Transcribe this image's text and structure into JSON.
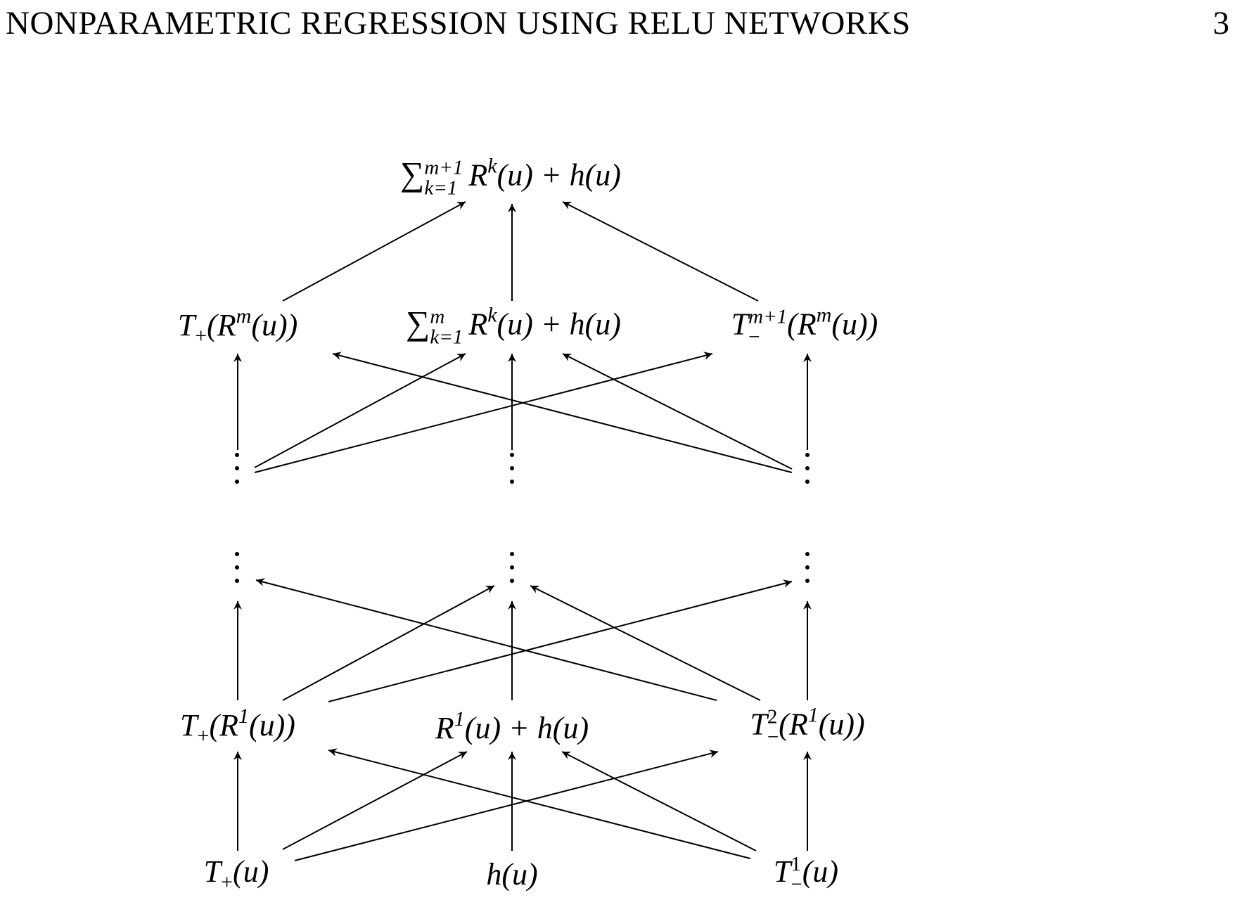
{
  "header": {
    "running_title": "NONPARAMETRIC REGRESSION USING RELU NETWORKS",
    "page_number": "3"
  },
  "diagram": {
    "nodes": {
      "top": {
        "sum_upper": "m+1",
        "sum_lower": "k=1",
        "body": "R",
        "body_sup": "k",
        "rest": "(u) + h(u)"
      },
      "row_m": {
        "left": {
          "T": "T",
          "T_sub": "+",
          "inner": "(R",
          "inner_sup": "m",
          "rest": "(u))"
        },
        "center": {
          "sum_upper": "m",
          "sum_lower": "k=1",
          "body": "R",
          "body_sup": "k",
          "rest": "(u) + h(u)"
        },
        "right": {
          "T": "T",
          "T_sup": "m+1",
          "T_sub": "−",
          "inner": "(R",
          "inner_sup": "m",
          "rest": "(u))"
        }
      },
      "row_1": {
        "left": {
          "T": "T",
          "T_sub": "+",
          "inner": "(R",
          "inner_sup": "1",
          "rest": "(u))"
        },
        "center": {
          "body": "R",
          "body_sup": "1",
          "rest": "(u) + h(u)"
        },
        "right": {
          "T": "T",
          "T_sup": "2",
          "T_sub": "−",
          "inner": "(R",
          "inner_sup": "1",
          "rest": "(u))"
        }
      },
      "row_0": {
        "left": {
          "T": "T",
          "T_sub": "+",
          "rest": "(u)"
        },
        "center": {
          "rest": "h(u)"
        },
        "right": {
          "T": "T",
          "T_sup": "1",
          "T_sub": "−",
          "rest": "(u)"
        }
      }
    },
    "edges_description": [
      "T+(u) -> T+(R1(u))",
      "T+(u) -> R1(u)+h(u)",
      "T+(u) -> T-2(R1(u))",
      "h(u) -> R1(u)+h(u)",
      "T-1(u) -> T+(R1(u))",
      "T-1(u) -> R1(u)+h(u)",
      "T-1(u) -> T-2(R1(u))",
      "row 1 -> ellipsis (same pattern)",
      "ellipsis -> row m (same pattern)",
      "T+(Rm(u)) -> top sum",
      "sum_m -> top sum",
      "T-m+1(Rm(u)) -> top sum"
    ],
    "line_color": "#000000"
  }
}
